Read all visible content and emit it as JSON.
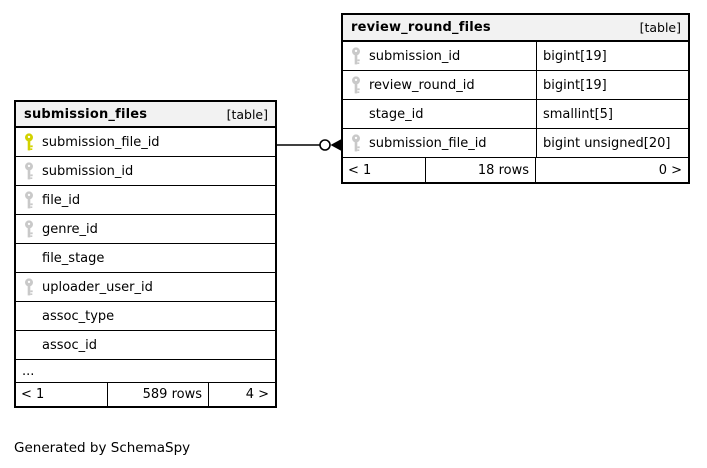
{
  "caption": "Generated by SchemaSpy",
  "colors": {
    "primary_key": "#d2d200",
    "foreign_key": "#c9c9c9",
    "header_bg": "#f2f2f2",
    "border": "#000000"
  },
  "tables": [
    {
      "name": "submission_files",
      "tag": "[table]",
      "columns": [
        {
          "name": "submission_file_id",
          "key": "primary"
        },
        {
          "name": "submission_id",
          "key": "foreign"
        },
        {
          "name": "file_id",
          "key": "foreign"
        },
        {
          "name": "genre_id",
          "key": "foreign"
        },
        {
          "name": "file_stage",
          "key": "none"
        },
        {
          "name": "uploader_user_id",
          "key": "foreign"
        },
        {
          "name": "assoc_type",
          "key": "none"
        },
        {
          "name": "assoc_id",
          "key": "none"
        }
      ],
      "ellipsis": "...",
      "footer": {
        "parents": "< 1",
        "rows": "589 rows",
        "children": "4 >"
      }
    },
    {
      "name": "review_round_files",
      "tag": "[table]",
      "columns": [
        {
          "name": "submission_id",
          "type": "bigint[19]",
          "key": "foreign"
        },
        {
          "name": "review_round_id",
          "type": "bigint[19]",
          "key": "foreign"
        },
        {
          "name": "stage_id",
          "type": "smallint[5]",
          "key": "none"
        },
        {
          "name": "submission_file_id",
          "type": "bigint unsigned[20]",
          "key": "foreign"
        }
      ],
      "footer": {
        "parents": "< 1",
        "rows": "18 rows",
        "children": "0 >"
      }
    }
  ],
  "relationship": {
    "from_table": "submission_files",
    "from_column": "submission_file_id",
    "to_table": "review_round_files",
    "to_column": "submission_file_id",
    "end_style": "open-circle-arrow"
  }
}
